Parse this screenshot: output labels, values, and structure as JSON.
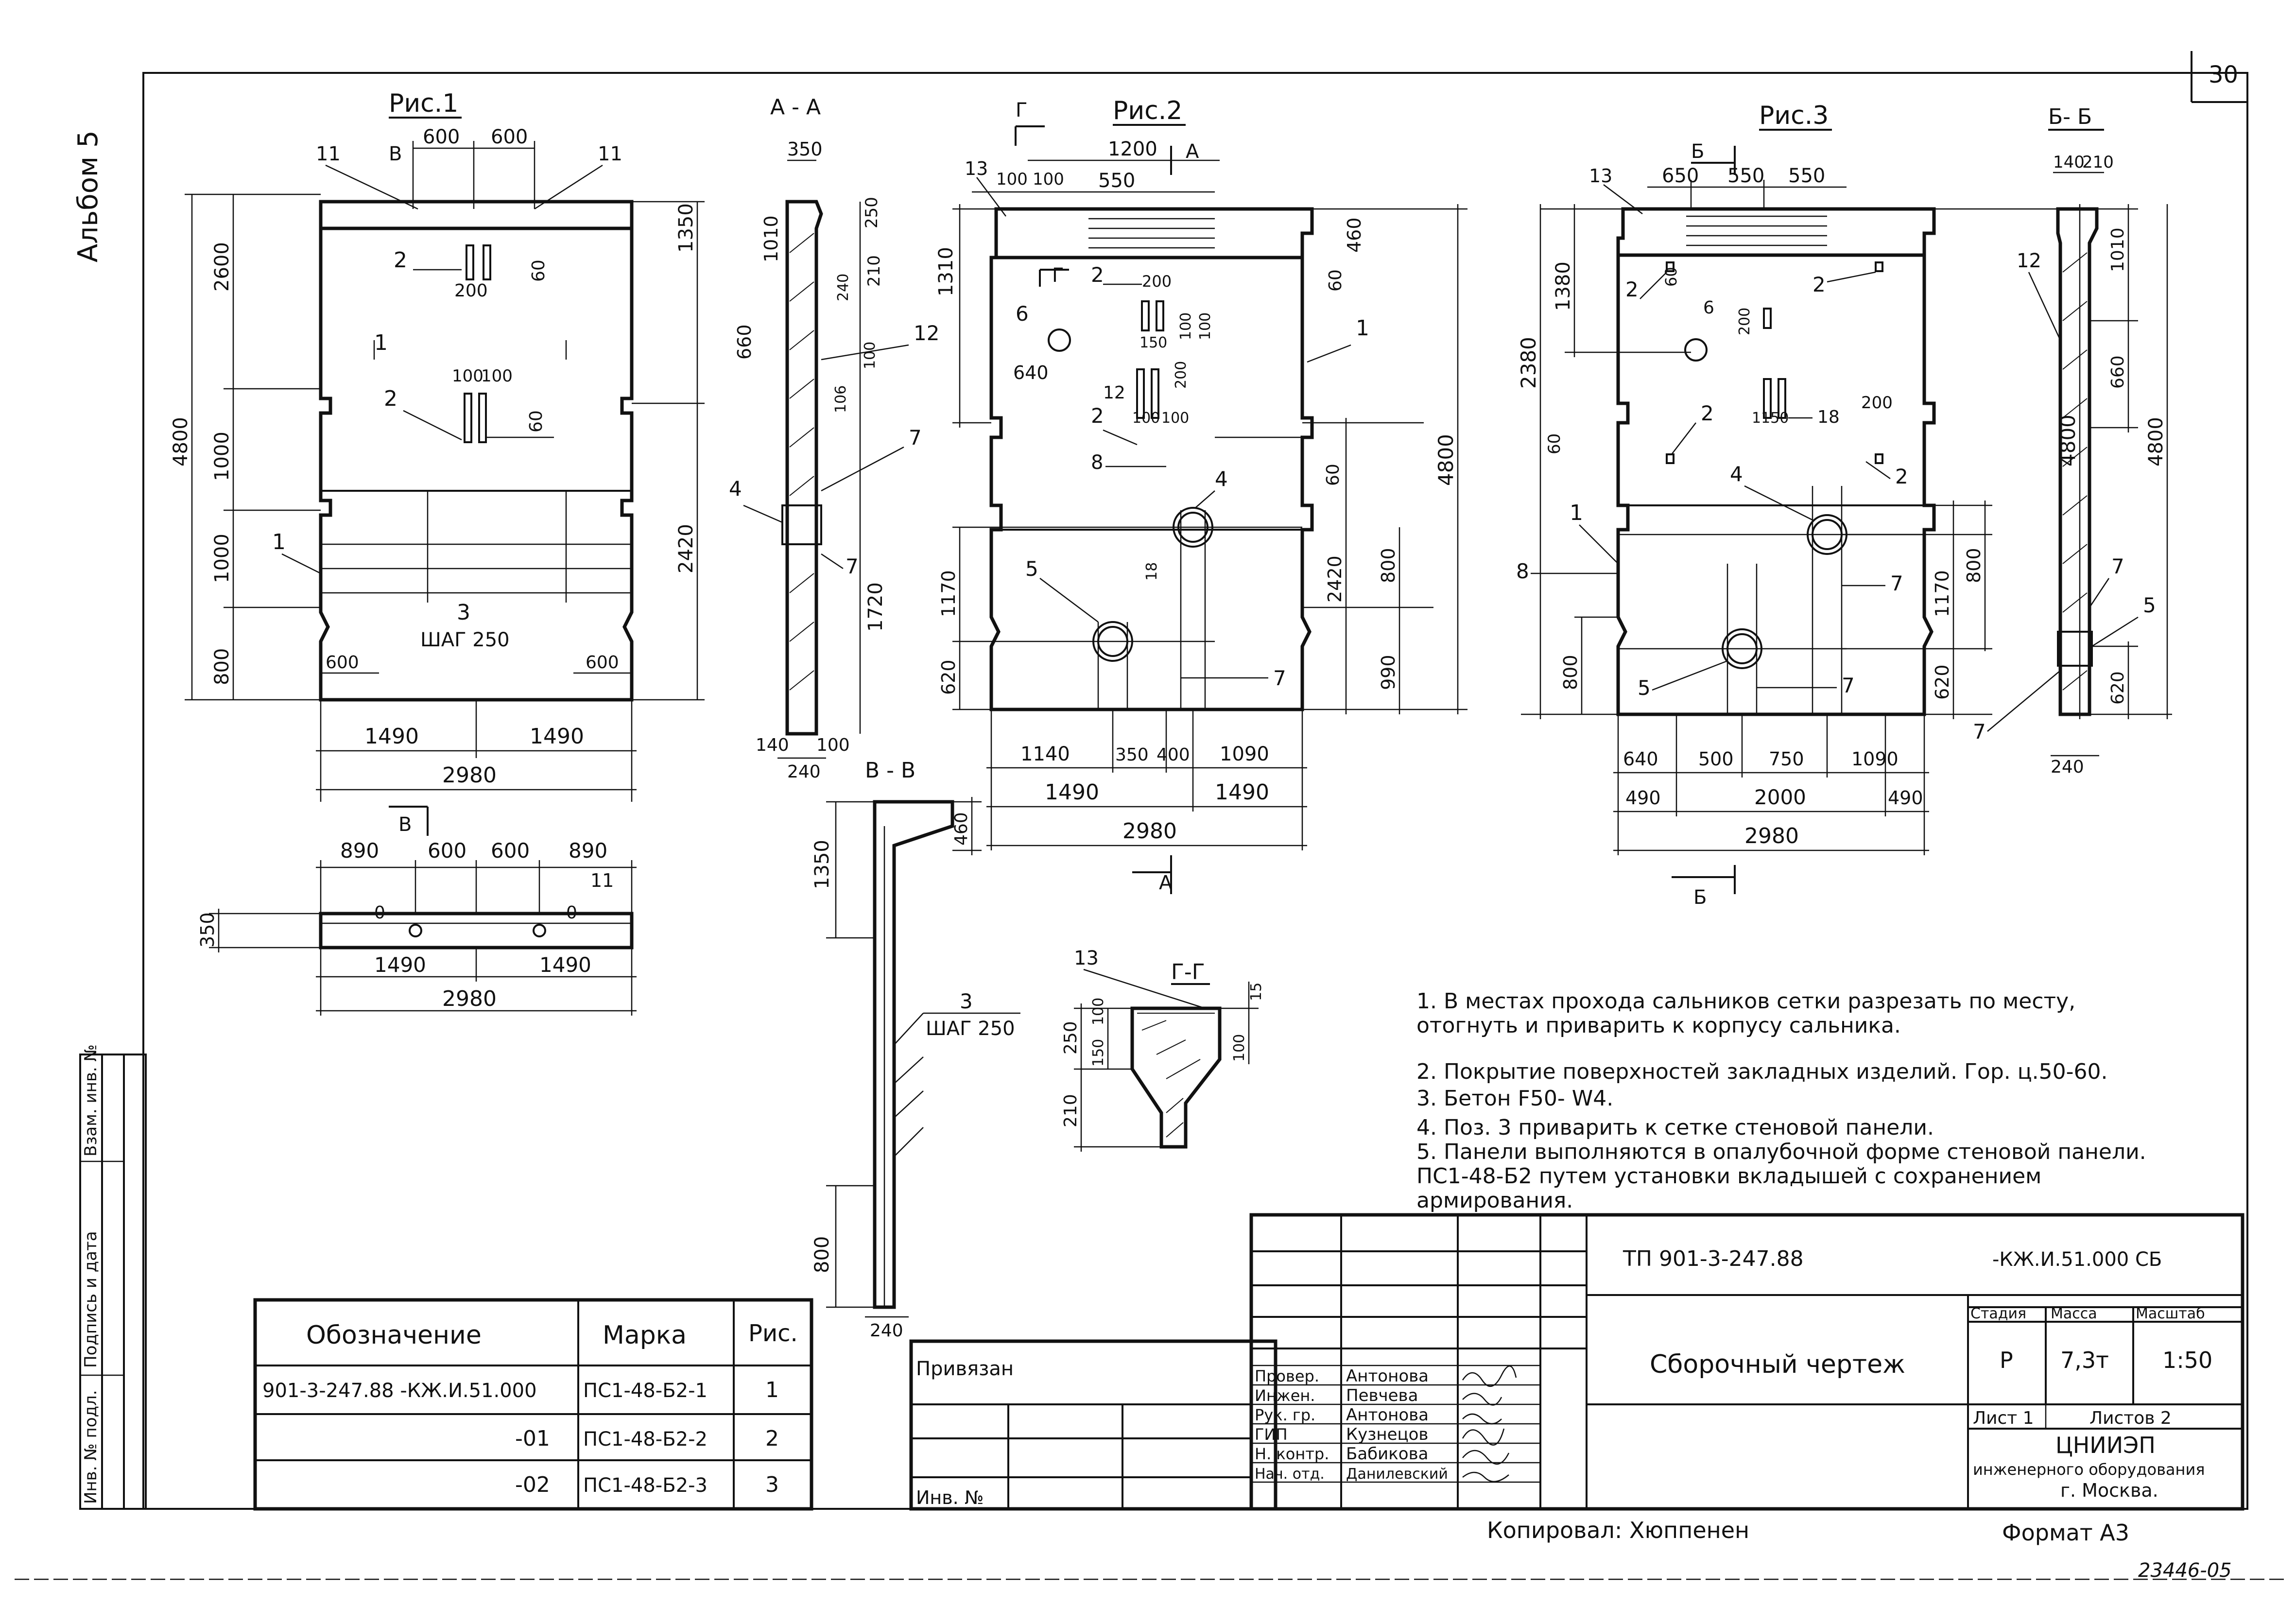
{
  "sheet_number": "30",
  "album": "Альбом 5",
  "figures": {
    "fig1": {
      "title": "Рис.1",
      "dims": [
        "600",
        "600",
        "2600",
        "4800",
        "1000",
        "1000",
        "800",
        "1350",
        "2420",
        "200",
        "60",
        "100",
        "100",
        "60",
        "600",
        "600",
        "1490",
        "1490",
        "2980"
      ],
      "labels": [
        "11",
        "11",
        "В",
        "2",
        "2",
        "1",
        "1",
        "3",
        "ШАГ 250"
      ]
    },
    "fig1_plan": {
      "dims": [
        "890",
        "600",
        "600",
        "890",
        "350",
        "1490",
        "1490",
        "2980"
      ],
      "labels": [
        "В",
        "11",
        "0",
        "0"
      ]
    },
    "section_aa": {
      "title": "А - А",
      "dims": [
        "350",
        "250",
        "1010",
        "210",
        "660",
        "240",
        "100",
        "106",
        "1720",
        "140",
        "100",
        "240"
      ],
      "labels": [
        "12",
        "7",
        "4",
        "7"
      ]
    },
    "section_vv": {
      "title": "В - В",
      "dims": [
        "1350",
        "460",
        "800",
        "240"
      ],
      "labels": [
        "3",
        "ШАГ 250"
      ]
    },
    "fig2": {
      "title": "Рис.2",
      "dims": [
        "1200",
        "100",
        "100",
        "550",
        "1310",
        "460",
        "60",
        "4800",
        "640",
        "200",
        "150",
        "100",
        "100",
        "200",
        "100",
        "100",
        "60",
        "2420",
        "800",
        "990",
        "1170",
        "620",
        "1140",
        "350",
        "400",
        "1090",
        "1490",
        "1490",
        "2980",
        "18"
      ],
      "labels": [
        "Г",
        "А",
        "13",
        "2",
        "6",
        "Г",
        "1",
        "12",
        "2",
        "8",
        "4",
        "5",
        "7",
        "А"
      ]
    },
    "section_gg": {
      "title": "Г-Г",
      "dims": [
        "250",
        "150",
        "100",
        "210",
        "15",
        "100"
      ],
      "labels": [
        "13"
      ]
    },
    "fig3": {
      "title": "Рис.3",
      "dims": [
        "650",
        "550",
        "550",
        "1380",
        "2380",
        "4800",
        "60",
        "200",
        "1150",
        "200",
        "1170",
        "800",
        "620",
        "800",
        "640",
        "500",
        "750",
        "1090",
        "490",
        "2000",
        "490",
        "2980"
      ],
      "labels": [
        "Б",
        "13",
        "2",
        "60",
        "2",
        "6",
        "18",
        "2",
        "1",
        "8",
        "4",
        "2",
        "7",
        "5",
        "7",
        "Б"
      ]
    },
    "section_bb": {
      "title": "Б- Б",
      "dims": [
        "140",
        "210",
        "1010",
        "660",
        "4800",
        "620",
        "240"
      ],
      "labels": [
        "12",
        "7",
        "5",
        "7"
      ]
    }
  },
  "notes": [
    "1. В местах прохода сальников сетки разрезать по месту,",
    "   отогнуть и приварить к корпусу сальника.",
    "2. Покрытие поверхностей закладных изделий. Гор. ц.50-60.",
    "3. Бетон F50- W4.",
    "4. Поз. 3 приварить к сетке стеновой панели.",
    "5. Панели выполняются в опалубочной форме стеновой панели.",
    "   ПС1-48-Б2 путем установки вкладышей с сохранением",
    "   армирования."
  ],
  "spec_table": {
    "headers": [
      "Обозначение",
      "Марка",
      "Рис."
    ],
    "rows": [
      [
        "901-3-247.88    -КЖ.И.51.000",
        "ПС1-48-Б2-1",
        "1"
      ],
      [
        "-01",
        "ПС1-48-Б2-2",
        "2"
      ],
      [
        "-02",
        "ПС1-48-Б2-3",
        "3"
      ]
    ]
  },
  "side_stamp": [
    "Инв. № подл.",
    "Подпись и дата",
    "Взам. инв. №"
  ],
  "title_block": {
    "privyazan": "Привязан",
    "inv_no": "Инв. №",
    "code_left": "ТП 901-3-247.88",
    "code_right": "-КЖ.И.51.000 СБ",
    "title": "Сборочный чертеж",
    "roles": [
      {
        "role": "Провер.",
        "name": "Антонова"
      },
      {
        "role": "Инжен.",
        "name": "Певчева"
      },
      {
        "role": "Рук. гр.",
        "name": "Антонова"
      },
      {
        "role": "ГИП",
        "name": "Кузнецов"
      },
      {
        "role": "Н. контр.",
        "name": "Бабикова"
      },
      {
        "role": "Нач. отд.",
        "name": "Данилевский"
      }
    ],
    "stage_header": "Стадия",
    "mass_header": "Масса",
    "scale_header": "Масштаб",
    "stage": "Р",
    "mass": "7,3т",
    "scale": "1:50",
    "sheet_label": "Лист 1",
    "sheets_label": "Листов 2",
    "org_line1": "ЦНИИЭП",
    "org_line2": "инженерного оборудования",
    "org_line3": "г. Москва."
  },
  "copied": "Копировал: Хюппенен",
  "format": "Формат А3",
  "archive_no": "23446-05"
}
